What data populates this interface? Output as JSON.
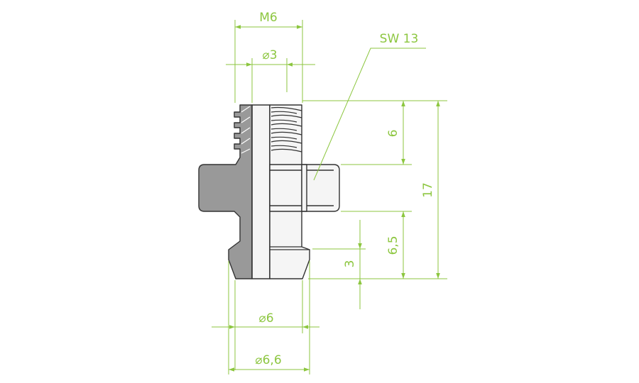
{
  "labels": {
    "thread": "M6",
    "bore_diameter": "⌀3",
    "wrench_size": "SW 13",
    "thread_length": "6",
    "total_length": "17",
    "lower_length": "6,5",
    "barb_length": "3",
    "shank_diameter": "⌀6",
    "barb_diameter": "⌀6,6"
  },
  "colors": {
    "dimension": "#8cc63f",
    "outline": "#333333",
    "body_fill": "#999999",
    "section_light": "#f5f5f5",
    "hatch": "#ffffff"
  }
}
